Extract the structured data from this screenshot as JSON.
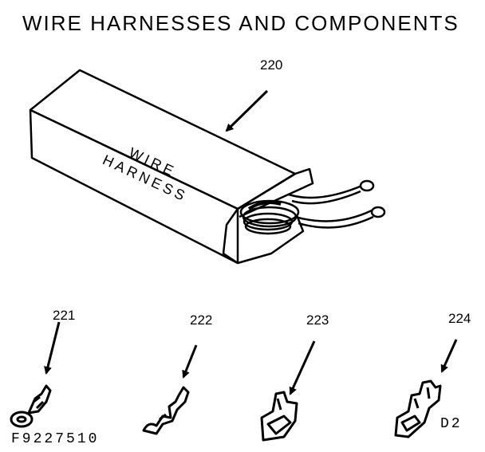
{
  "title": "WIRE HARNESSES AND COMPONENTS",
  "box_label_line1": "WIRE",
  "box_label_line2": "HARNESS",
  "parts": [
    {
      "number": "220",
      "icon": "wire-harness-box-icon"
    },
    {
      "number": "221",
      "icon": "ring-terminal-icon"
    },
    {
      "number": "222",
      "icon": "crimp-terminal-icon"
    },
    {
      "number": "223",
      "icon": "flag-connector-icon"
    },
    {
      "number": "224",
      "icon": "spade-connector-icon"
    }
  ],
  "figure_code": "F9227510",
  "page_code": "D2",
  "colors": {
    "ink": "#000000",
    "paper": "#ffffff"
  }
}
